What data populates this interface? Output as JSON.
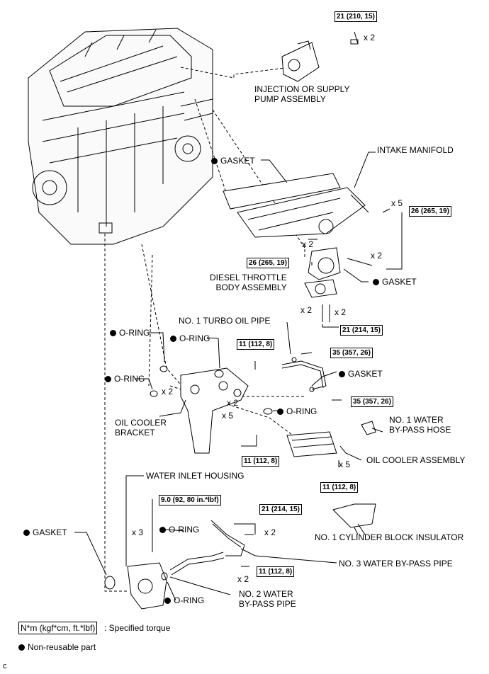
{
  "labels": {
    "injection_pump": "INJECTION OR SUPPLY\nPUMP ASSEMBLY",
    "gasket_manifold": "GASKET",
    "intake_manifold": "INTAKE MANIFOLD",
    "diesel_throttle": "DIESEL THROTTLE\nBODY ASSEMBLY",
    "gasket_throttle": "GASKET",
    "turbo_oil_pipe": "NO. 1 TURBO OIL PIPE",
    "oring_1": "O-RING",
    "oring_2": "O-RING",
    "oring_3": "O-RING",
    "gasket_turbo": "GASKET",
    "oring_4": "O-RING",
    "oil_cooler_bracket": "OIL COOLER\nBRACKET",
    "water_bypass_hose": "NO. 1 WATER\nBY-PASS HOSE",
    "oil_cooler_assembly": "OIL COOLER ASSEMBLY",
    "water_inlet_housing": "WATER INLET HOUSING",
    "cylinder_block_insulator": "NO. 1 CYLINDER BLOCK INSULATOR",
    "oring_5": "O-RING",
    "gasket_inlet": "GASKET",
    "water_bypass_pipe3": "NO. 3 WATER BY-PASS PIPE",
    "water_bypass_pipe2": "NO. 2 WATER\nBY-PASS PIPE",
    "oring_6": "O-RING"
  },
  "torques": {
    "t_pump": "21 (210, 15)",
    "t_manifold_a": "26 (265, 19)",
    "t_manifold_b": "26 (265, 19)",
    "t_throttle": "21 (214, 15)",
    "t_bracket_top": "11 (112, 8)",
    "t_turbo_a": "35 (357, 26)",
    "t_turbo_b": "35 (357, 26)",
    "t_bracket_bottom": "11 (112, 8)",
    "t_cooler": "11 (112, 8)",
    "t_inlet": "9.0 (92, 80 in.*lbf)",
    "t_pipe3": "21 (214, 15)",
    "t_pipe2": "11 (112, 8)"
  },
  "quantities": {
    "q_pump": "x 2",
    "q_manifold": "x 5",
    "q_manifold_stud": "x 2",
    "q_manifold_nut": "x 2",
    "q_throttle_a": "x 2",
    "q_throttle_b": "x 2",
    "q_bracket_oring": "x 2",
    "q_bracket_x2": "x 2",
    "q_bracket_x5": "x 5",
    "q_cooler": "x 5",
    "q_inlet": "x 3",
    "q_pipe3": "x 2",
    "q_pipe2": "x 2"
  },
  "legend": {
    "torque_unit": "N*m (kgf*cm, ft.*lbf)",
    "torque_desc": ": Specified torque",
    "nonreusable": "Non-reusable part"
  },
  "corner_code": "c"
}
